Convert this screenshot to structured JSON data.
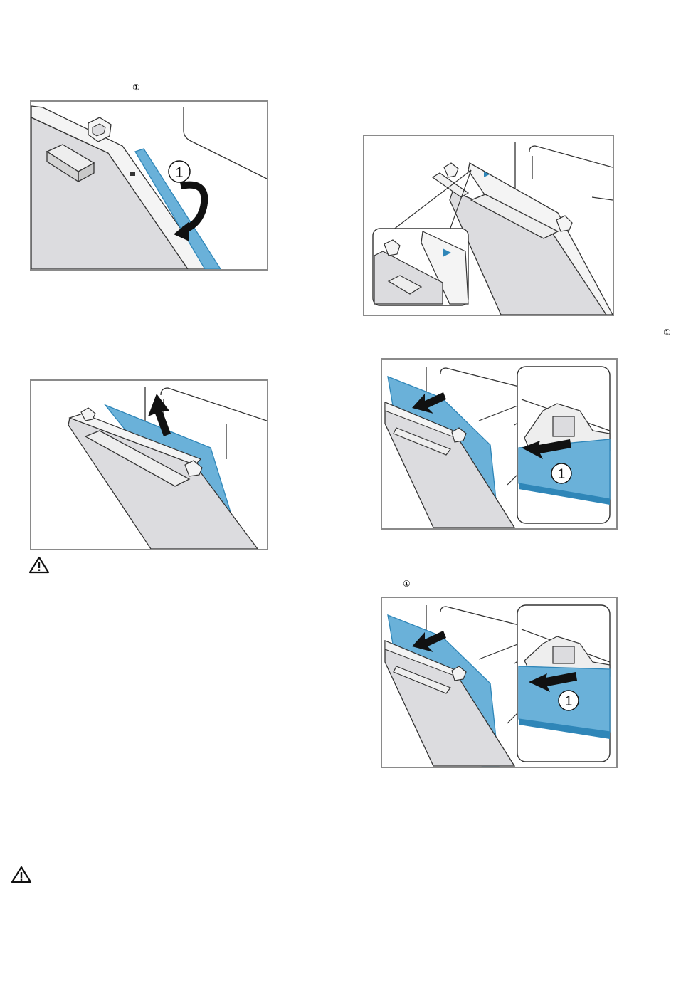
{
  "markers": {
    "step1": "①",
    "step5": "①",
    "step6": "①"
  },
  "figures": {
    "fig1": {
      "callout": "1"
    },
    "fig4": {
      "callout": "1"
    },
    "fig5": {
      "callout": "1"
    }
  },
  "colors": {
    "accent": "#6ab1d9",
    "accent_dark": "#2f86b8",
    "panel_gray": "#dcdcdf",
    "frame_gray": "#8a8a8a"
  },
  "icons": {
    "warning_1": "warning-triangle-icon",
    "warning_2": "warning-triangle-icon"
  }
}
